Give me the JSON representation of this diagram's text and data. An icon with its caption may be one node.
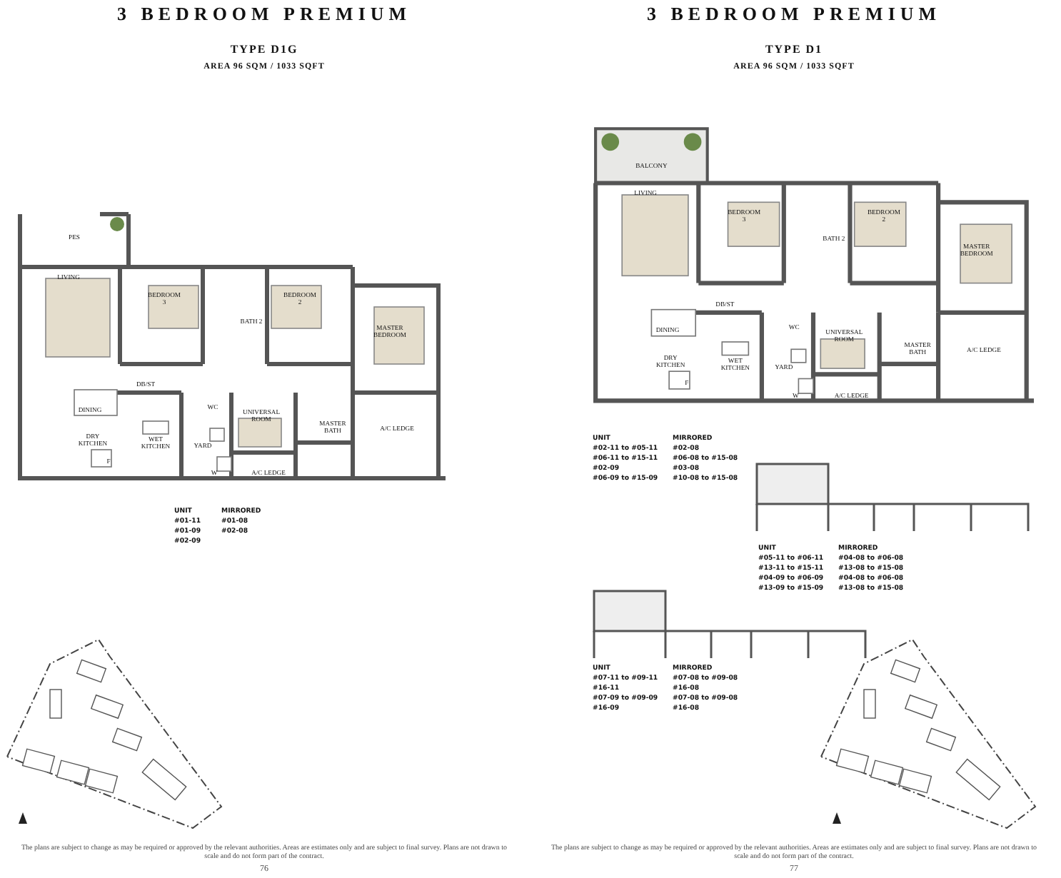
{
  "diagram": {
    "labels": [
      "3 BEDROOM PREMIUM",
      "TYPE D1G",
      "AREA 96 SQM / 1033 SQFT",
      "3 BEDROOM PREMIUM",
      "TYPE D1",
      "AREA 96 SQM / 1033 SQFT",
      "PES",
      "LIVING",
      "BEDROOM 3",
      "BATH 2",
      "BEDROOM 2",
      "MASTER BEDROOM",
      "DB/ST",
      "DINING",
      "WC",
      "UNIVERSAL ROOM",
      "MASTER BATH",
      "A/C LEDGE",
      "DRY KITCHEN",
      "WET KITCHEN",
      "YARD",
      "F",
      "W",
      "A/C LEDGE",
      "UNIT",
      "#01-11",
      "#01-09",
      "#02-09",
      "MIRRORED",
      "#01-08",
      "#02-08",
      "BALCONY",
      "LIVING",
      "BEDROOM 3",
      "BATH 2",
      "BEDROOM 2",
      "MASTER BEDROOM",
      "DB/ST",
      "DINING",
      "WC",
      "UNIVERSAL ROOM",
      "MASTER BATH",
      "A/C LEDGE",
      "DRY KITCHEN",
      "WET KITCHEN",
      "YARD",
      "F",
      "W",
      "A/C LEDGE",
      "UNIT",
      "#02-11 to #05-11",
      "#06-11 to #15-11",
      "#02-09",
      "#06-09 to #15-09",
      "MIRRORED",
      "#02-08",
      "#06-08 to #15-08",
      "#03-08",
      "#10-08 to #15-08",
      "UNIT",
      "#05-11 to #06-11",
      "#13-11 to #15-11",
      "#04-09 to #06-09",
      "#13-09 to #15-09",
      "MIRRORED",
      "#04-08 to #06-08",
      "#13-08 to #15-08",
      "#04-08 to #06-08",
      "#13-08 to #15-08",
      "UNIT",
      "#07-11 to #09-11",
      "#16-11",
      "#07-09 to #09-09",
      "#16-09",
      "MIRRORED",
      "#07-08 to #09-08",
      "#16-08",
      "#07-08 to #09-08",
      "#16-08",
      "The plans are subject to change as may be required or approved by the relevant authorities. Areas are estimates only and are subject to final survey. Plans are not drawn to scale and do not form part of the contract.",
      "76",
      "The plans are subject to change as may be required or approved by the relevant authorities. Areas are estimates only and are subject to final survey. Plans are not drawn to scale and do not form part of the contract.",
      "77"
    ]
  }
}
